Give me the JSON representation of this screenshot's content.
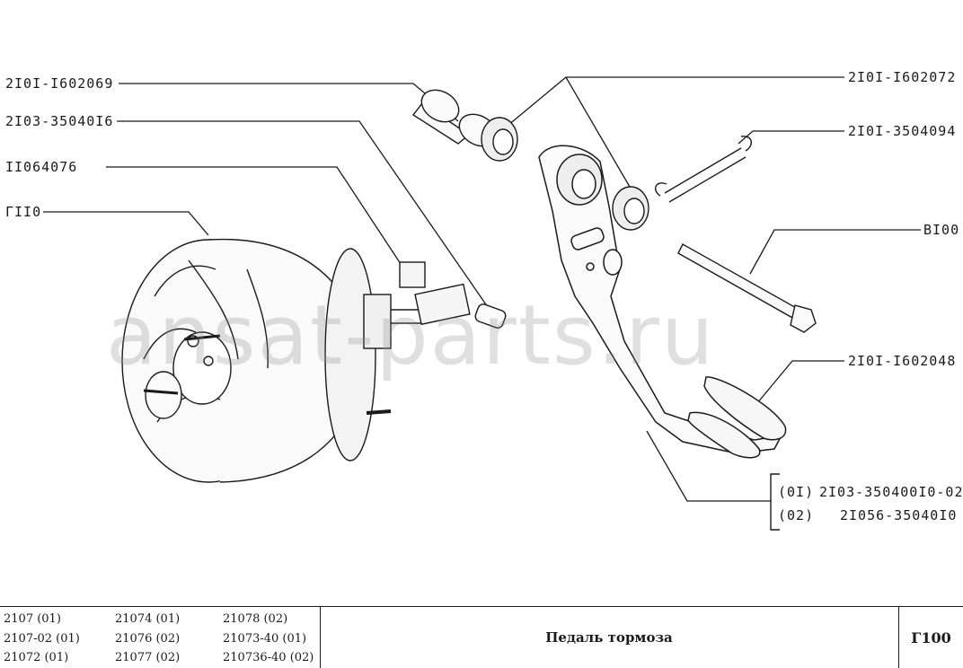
{
  "callouts": {
    "c1": "2I0I-I602069",
    "c2": "2I03-35040I6",
    "c3": "II064076",
    "c4": "ГII0",
    "c5": "2I0I-I602072",
    "c6": "2I0I-3504094",
    "c7": "BI00",
    "c8": "2I0I-I602048"
  },
  "variants": [
    {
      "code": "(0I)",
      "part": "2I03-350400I0-02"
    },
    {
      "code": "(02)",
      "part": "2I056-35040I0"
    }
  ],
  "watermark": "ansat-parts.ru",
  "footer": {
    "models": [
      [
        "2107 (01)",
        "21074 (01)",
        "21078 (02)"
      ],
      [
        "2107-02 (01)",
        "21076 (02)",
        "21073-40 (01)"
      ],
      [
        "21072 (01)",
        "21077 (02)",
        "210736-40 (02)"
      ]
    ],
    "title": "Педаль тормоза",
    "code": "Г100"
  }
}
